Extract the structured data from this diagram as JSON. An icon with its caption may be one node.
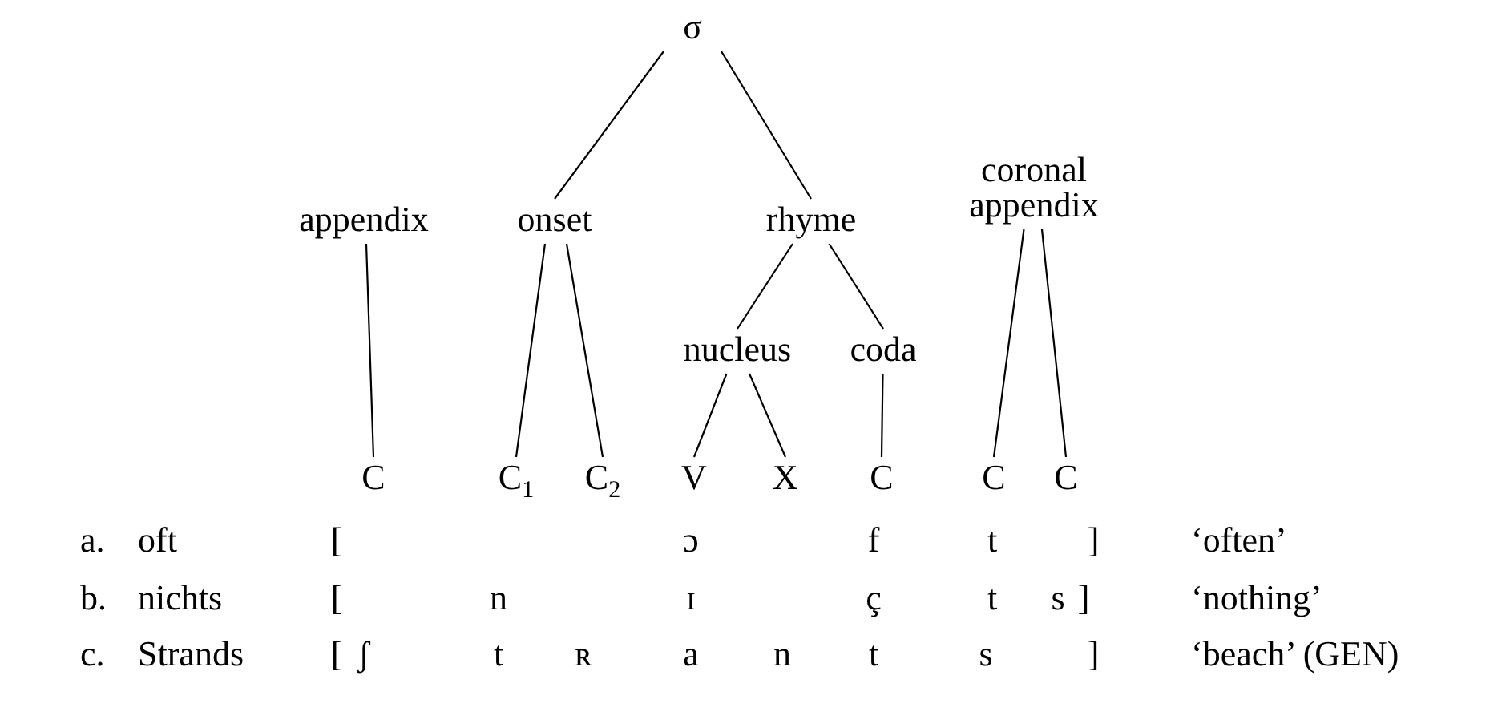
{
  "diagram": {
    "nodes": [
      {
        "text": [
          "σ"
        ]
      },
      {
        "text": [
          "appendix"
        ]
      },
      {
        "text": [
          "onset"
        ]
      },
      {
        "text": [
          "rhyme"
        ]
      },
      {
        "text": [
          "coronal appendix"
        ]
      },
      {
        "text": [
          "nucleus"
        ]
      },
      {
        "text": [
          "coda"
        ]
      },
      {
        "text": [
          "C"
        ]
      },
      {
        "text": [
          "C$_{1}$"
        ]
      },
      {
        "text": [
          "C$_{2}$"
        ]
      },
      {
        "text": [
          "V"
        ]
      },
      {
        "text": [
          "X"
        ]
      },
      {
        "text": [
          "C"
        ]
      },
      {
        "text": [
          "C"
        ]
      },
      {
        "text": [
          "C"
        ]
      }
    ],
    "edges": [
      {
        "from": 0,
        "to": 2,
        "arrow": "none"
      },
      {
        "from": 0,
        "to": 3,
        "arrow": "none"
      },
      {
        "from": 1,
        "to": 7,
        "arrow": "none"
      },
      {
        "from": 2,
        "to": 8,
        "arrow": "none"
      },
      {
        "from": 2,
        "to": 9,
        "arrow": "none"
      },
      {
        "from": 3,
        "to": 5,
        "arrow": "none"
      },
      {
        "from": 3,
        "to": 6,
        "arrow": "none"
      },
      {
        "from": 5,
        "to": 10,
        "arrow": "none"
      },
      {
        "from": 5,
        "to": 11,
        "arrow": "none"
      },
      {
        "from": 6,
        "to": 12,
        "arrow": "none"
      },
      {
        "from": 4,
        "to": 13,
        "arrow": "none"
      },
      {
        "from": 4,
        "to": 14,
        "arrow": "none"
      }
    ],
    "labels": [
      "a.",
      "oft",
      "[",
      "ɔ",
      "f",
      "t",
      "]",
      "‘often’",
      "b.",
      "nichts",
      "[",
      "n",
      "ɪ",
      "ç",
      "t",
      "s",
      "]",
      "‘nothing’",
      "c.",
      "Strands",
      "[",
      "ʃ",
      "t",
      "ʀ",
      "a",
      "n",
      "t",
      "s",
      "]",
      "‘beach’ (GEN)"
    ]
  }
}
